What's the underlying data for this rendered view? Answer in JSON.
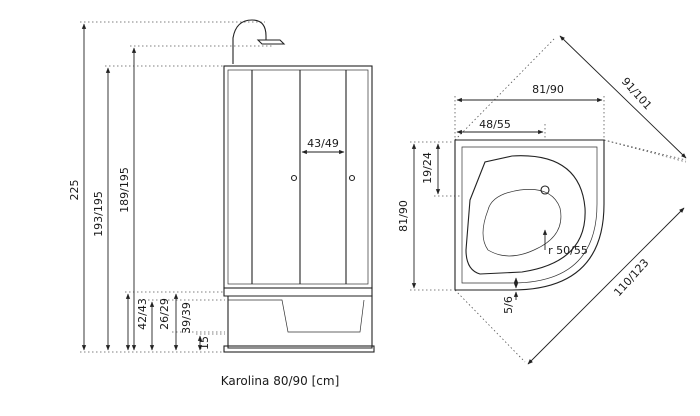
{
  "caption": "Karolina 80/90 [cm]",
  "side_view": {
    "dimensions": {
      "total_height": "225",
      "cabin_height": "193/195",
      "panel_height": "189/195",
      "door_width": "43/49",
      "tray_height_a": "42/43",
      "tray_height_b": "26/29",
      "tray_height_c": "39/39",
      "foot_height": "15"
    }
  },
  "top_view": {
    "dimensions": {
      "outer_width": "81/90",
      "inner_width": "48/55",
      "depth": "81/90",
      "drain_offset": "19/24",
      "radius": "r 50/55",
      "edge_offset": "5/6",
      "diagonal_a": "91/101",
      "diagonal_b": "110/123"
    }
  }
}
